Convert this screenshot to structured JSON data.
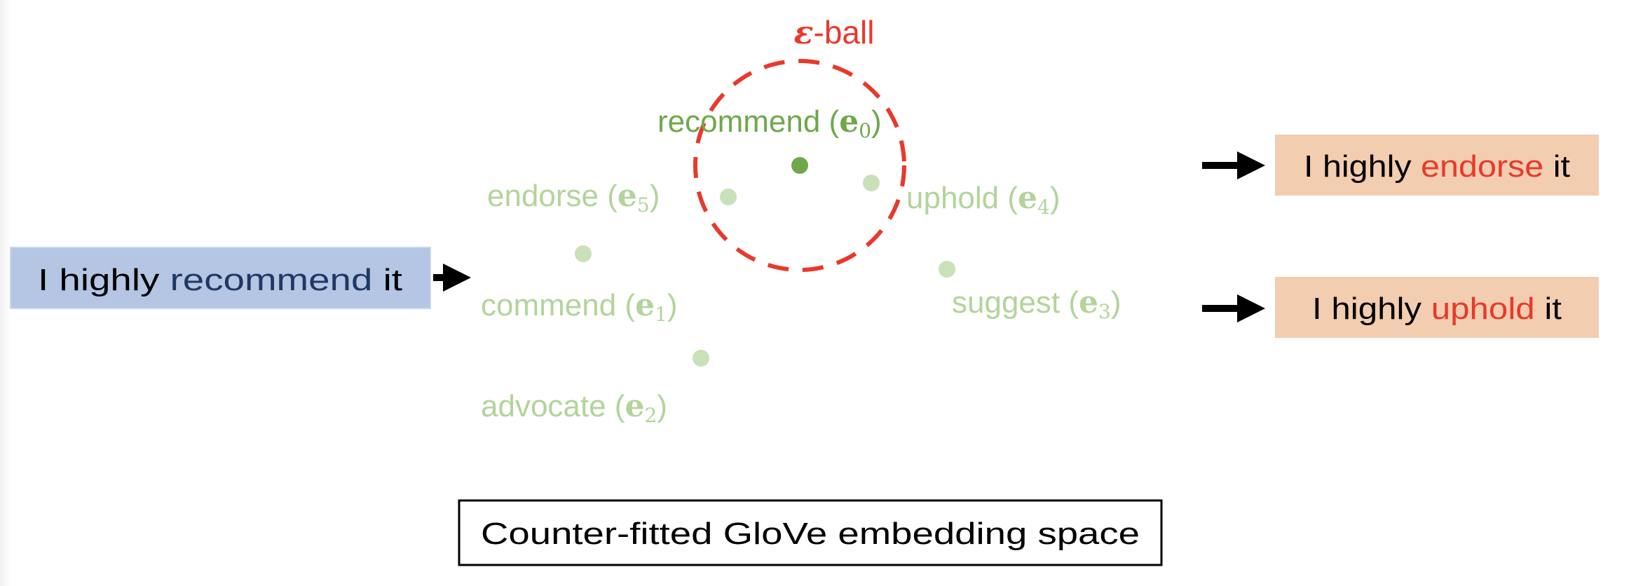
{
  "colors": {
    "anchor_green": "#6fa84b",
    "neighbor_green": "#b3d49a",
    "neighbor_dot": "#c9e1b8",
    "red": "#e8392b",
    "input_box": "#b4c6e4",
    "input_word": "#1f3864",
    "output_box": "#f2cdb0"
  },
  "epsilon_label": {
    "symbol": "ε",
    "text": "-ball"
  },
  "anchor": {
    "word": "recommend",
    "vec": "e",
    "index": "0"
  },
  "neighbors": [
    {
      "word": "commend",
      "vec": "e",
      "index": "1"
    },
    {
      "word": "advocate",
      "vec": "e",
      "index": "2"
    },
    {
      "word": "suggest",
      "vec": "e",
      "index": "3"
    },
    {
      "word": "uphold",
      "vec": "e",
      "index": "4"
    },
    {
      "word": "endorse",
      "vec": "e",
      "index": "5"
    }
  ],
  "input_sentence": {
    "prefix": "I highly ",
    "word": "recommend",
    "suffix": " it"
  },
  "outputs": [
    {
      "prefix": "I highly ",
      "word": "endorse",
      "suffix": " it"
    },
    {
      "prefix": "I highly ",
      "word": "uphold",
      "suffix": " it"
    }
  ],
  "caption": "Counter-fitted GloVe embedding space"
}
